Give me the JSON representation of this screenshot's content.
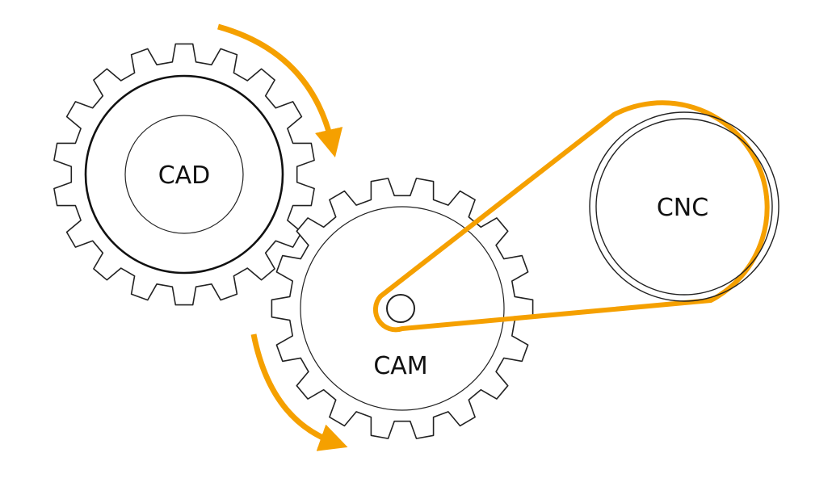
{
  "labels": {
    "cad": "CAD",
    "cam": "CAM",
    "cnc": "CNC"
  },
  "colors": {
    "accent": "#F5A000",
    "stroke": "#222222",
    "background": "#FFFFFF"
  }
}
